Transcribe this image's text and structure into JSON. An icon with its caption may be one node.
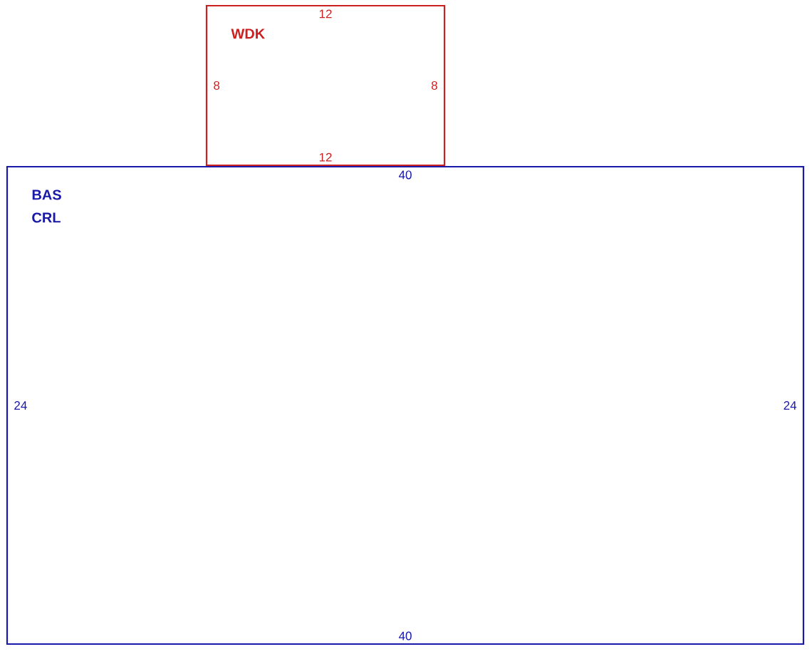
{
  "diagram": {
    "nodes": [
      {
        "text": [
          "WDK",
          "12",
          "8",
          "8",
          "12"
        ]
      },
      {
        "text": [
          "BAS CRL",
          "40",
          "24",
          "24",
          "40"
        ]
      }
    ]
  }
}
